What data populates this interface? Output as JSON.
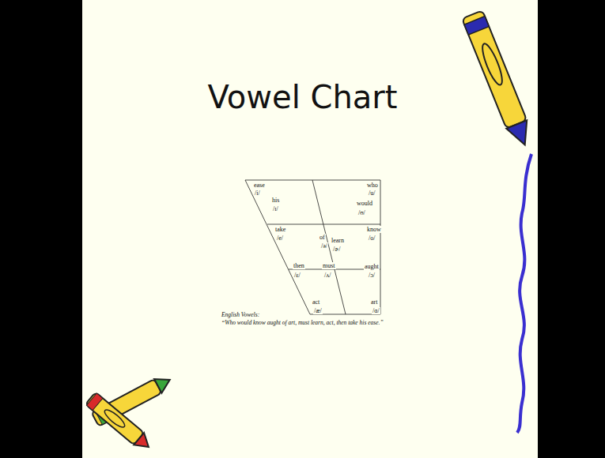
{
  "diagram": {
    "title": "Vowel Chart",
    "caption": "English Vowels:",
    "labels": [
      "ease",
      "/i/",
      "his",
      "/ɪ/",
      "who",
      "/u/",
      "would",
      "/ʊ/",
      "take",
      "/e/",
      "of",
      "/ə/",
      "learn",
      "/ɚ/",
      "know",
      "/o/",
      "then",
      "/ɛ/",
      "must",
      "/ʌ/",
      "aught",
      "/ɔ/",
      "act",
      "/æ/",
      "art",
      "/ɑ/",
      "“Who would know aught of art, must learn, act, then take his ease.”"
    ]
  }
}
